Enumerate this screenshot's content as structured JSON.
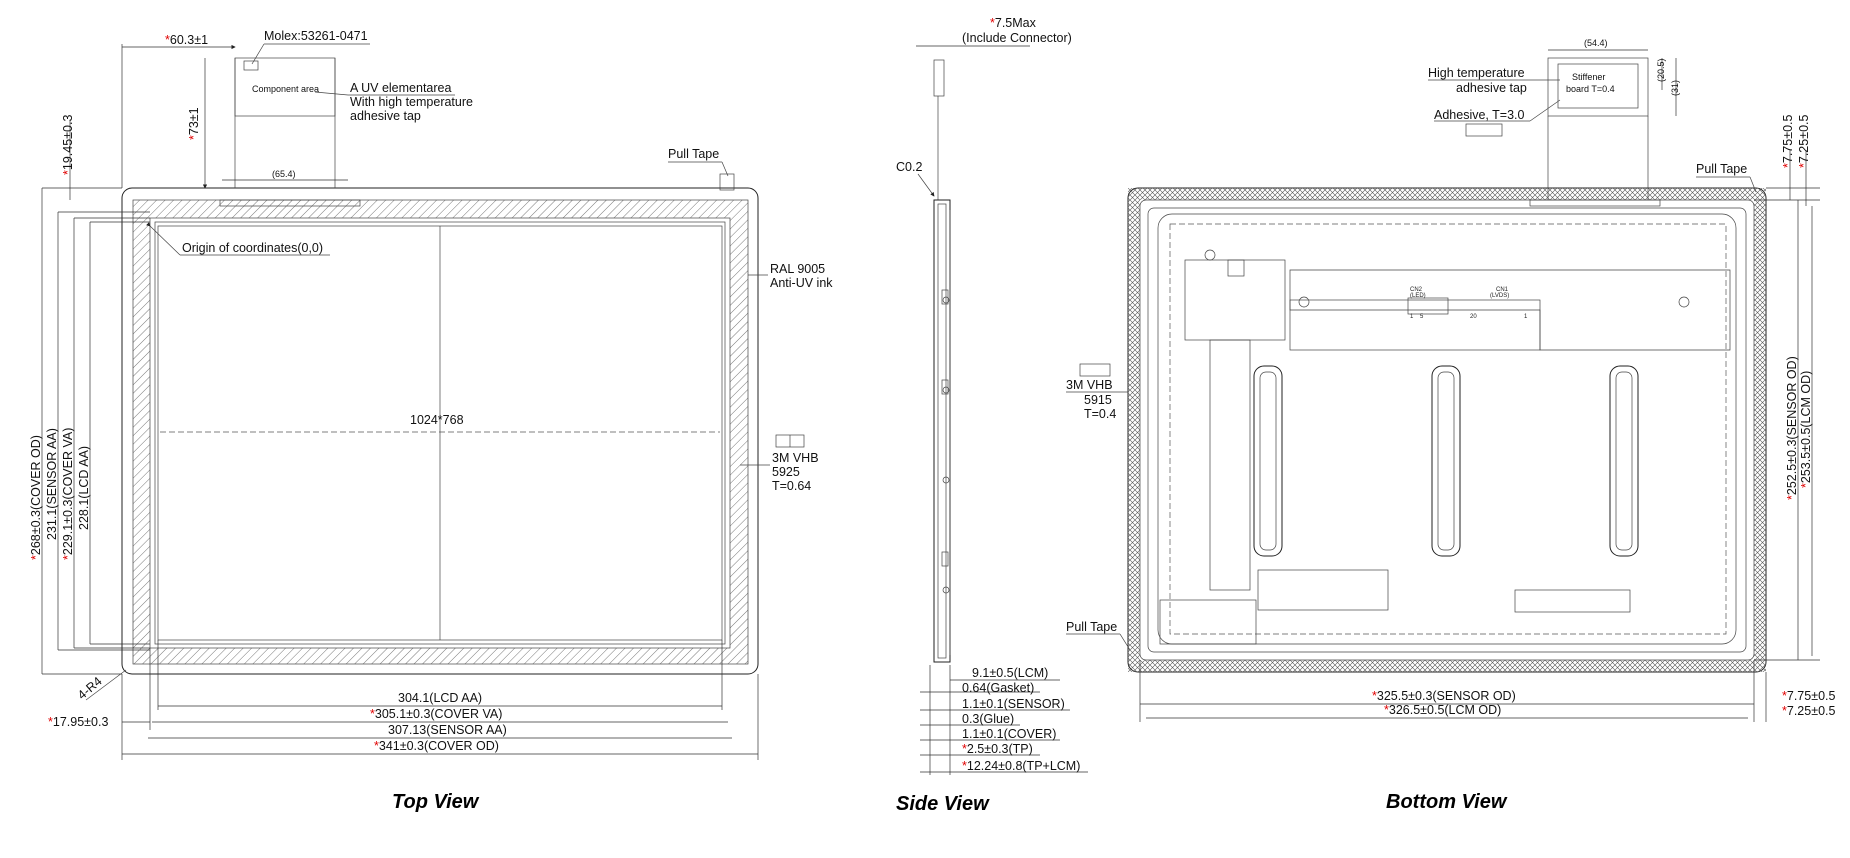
{
  "views": {
    "top": "Top View",
    "side": "Side View",
    "bottom": "Bottom View"
  },
  "top_view": {
    "connector": "Molex:53261-0471",
    "component_area": "Component area",
    "uv_note_1": "A UV elementarea",
    "uv_note_2": "With high temperature",
    "uv_note_3": "adhesive tap",
    "dim_60": "60.3±1",
    "dim_73": "73±1",
    "dim_65": "(65.4)",
    "dim_19": "19.45±0.3",
    "pull_tape": "Pull Tape",
    "origin": "Origin of coordinates(0,0)",
    "ral_1": "RAL 9005",
    "ral_2": "Anti-UV ink",
    "resolution": "1024*768",
    "vhb_1": "3M VHB",
    "vhb_2": "5925",
    "vhb_3": "T=0.64",
    "v_cover_od": "268±0.3(COVER OD)",
    "v_sensor_aa": "231.1(SENSOR AA)",
    "v_cover_va": "229.1±0.3(COVER VA)",
    "v_lcd_aa": "228.1(LCD AA)",
    "corner": "4-R4",
    "dim_17": "17.95±0.3",
    "h_lcd_aa": "304.1(LCD AA)",
    "h_cover_va": "305.1±0.3(COVER VA)",
    "h_sensor_aa": "307.13(SENSOR AA)",
    "h_cover_od": "341±0.3(COVER OD)"
  },
  "side_view": {
    "max_1": "7.5Max",
    "max_2": "(Include Connector)",
    "chamfer": "C0.2",
    "lcm": "9.1±0.5(LCM)",
    "gasket": "0.64(Gasket)",
    "sensor": "1.1±0.1(SENSOR)",
    "glue": "0.3(Glue)",
    "cover": "1.1±0.1(COVER)",
    "tp": "2.5±0.3(TP)",
    "tp_lcm": "12.24±0.8(TP+LCM)"
  },
  "bottom_view": {
    "dim_54": "(54.4)",
    "dim_20": "(20.5)",
    "dim_31": "(31)",
    "ht_1": "High temperature",
    "ht_2": "adhesive tap",
    "stiffener_1": "Stiffener",
    "stiffener_2": "board T=0.4",
    "adhesive": "Adhesive, T=3.0",
    "pull_tape_top": "Pull Tape",
    "dim_775": "7.75±0.5",
    "dim_725": "7.25±0.5",
    "vhb_1": "3M VHB",
    "vhb_2": "5915",
    "vhb_3": "T=0.4",
    "pull_tape_bottom": "Pull Tape",
    "v_sensor_od": "252.5±0.3(SENSOR OD)",
    "v_lcm_od": "253.5±0.5(LCM OD)",
    "h_sensor_od": "325.5±0.3(SENSOR OD)",
    "h_lcm_od": "326.5±0.5(LCM OD)",
    "dim_775_b": "7.75±0.5",
    "dim_725_b": "7.25±0.5",
    "cn2": "CN2",
    "cn2_sub": "(LED)",
    "cn1": "CN1",
    "cn1_sub": "(LVDS)",
    "pin_1": "1",
    "pin_5": "5",
    "pin_20": "20",
    "pin_1b": "1"
  },
  "colors": {
    "line": "#222222",
    "tolerance_star": "#e00000"
  }
}
